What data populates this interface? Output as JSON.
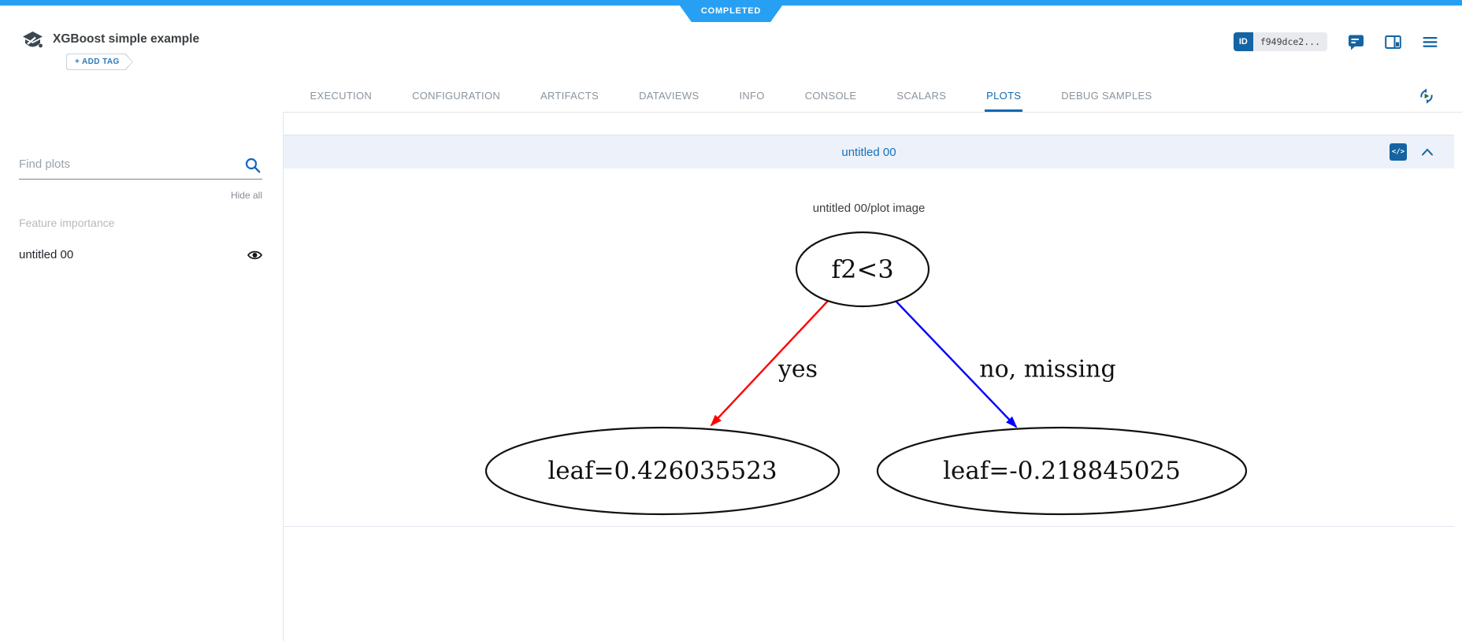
{
  "status_ribbon": "COMPLETED",
  "header": {
    "experiment_title": "XGBoost simple example",
    "add_tag_label": "+ ADD TAG",
    "id_label": "ID",
    "id_value": "f949dce2...",
    "code_chip_label": "</>"
  },
  "tabs": {
    "items": [
      "EXECUTION",
      "CONFIGURATION",
      "ARTIFACTS",
      "DATAVIEWS",
      "INFO",
      "CONSOLE",
      "SCALARS",
      "PLOTS",
      "DEBUG SAMPLES"
    ],
    "active": "PLOTS"
  },
  "sidebar": {
    "search_placeholder": "Find plots",
    "hide_all_label": "Hide all",
    "section_label": "Feature importance",
    "plots": [
      {
        "name": "untitled 00"
      }
    ]
  },
  "panel": {
    "title": "untitled 00",
    "caption": "untitled 00/plot image",
    "tree": {
      "root": "f2<3",
      "edges": [
        {
          "label": "yes",
          "color": "#ff0000",
          "target": "leaf=0.426035523"
        },
        {
          "label": "no, missing",
          "color": "#0000ff",
          "target": "leaf=-0.218845025"
        }
      ],
      "leaves": [
        "leaf=0.426035523",
        "leaf=-0.218845025"
      ]
    }
  },
  "colors": {
    "accent_blue": "#27a0f4",
    "icon_blue": "#1464a3",
    "active_tab_blue": "#1467b3",
    "panel_header_bg": "#edf1f9",
    "edge_yes": "#ff0000",
    "edge_no": "#0000ff"
  }
}
